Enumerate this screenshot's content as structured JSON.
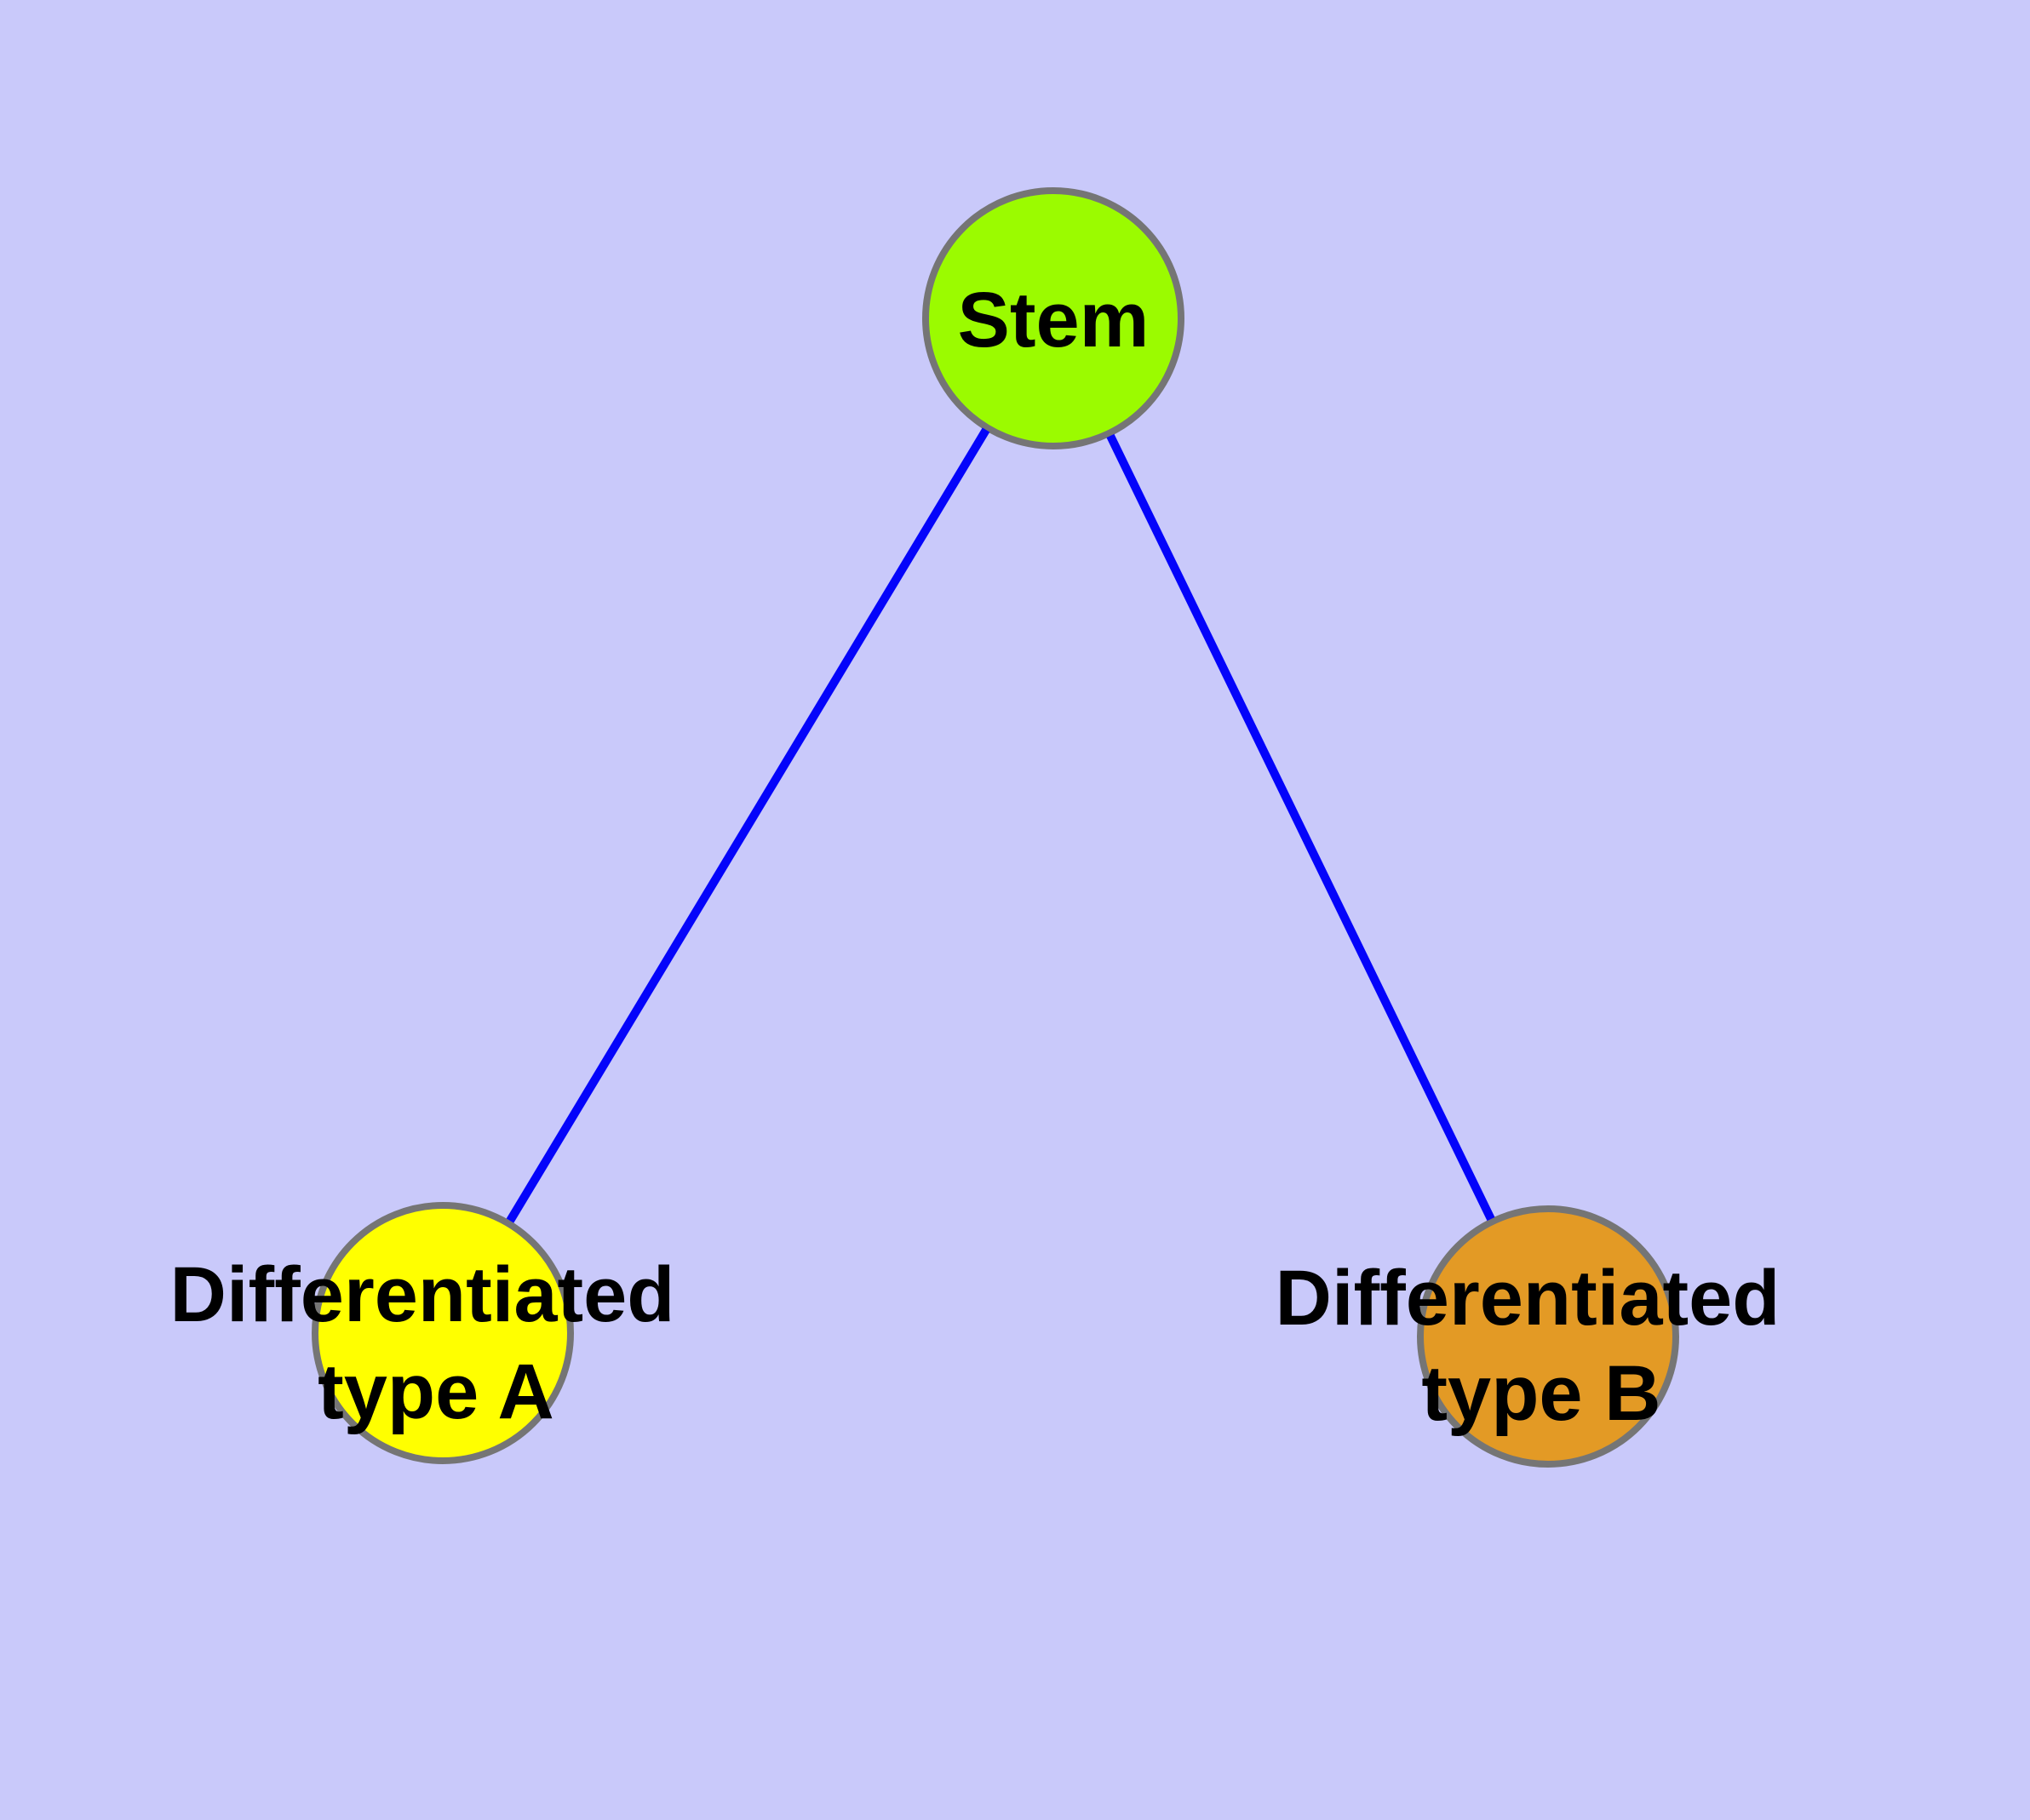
{
  "diagram": {
    "background_color": "#C9C9FA",
    "edge_color": "#0404FA",
    "text_color": "#000000",
    "nodes": {
      "stem": {
        "label": "Stem",
        "fill": "#9BFB00"
      },
      "type_a": {
        "label_line1": "Differentiated",
        "label_line2": "type A",
        "fill": "#FFFF00"
      },
      "type_b": {
        "label_line1": "Differentiated",
        "label_line2": "type B",
        "fill": "#E39A25"
      }
    },
    "edges": [
      {
        "from": "Stem",
        "to": "Differentiated type A"
      },
      {
        "from": "Stem",
        "to": "Differentiated type B"
      }
    ]
  }
}
